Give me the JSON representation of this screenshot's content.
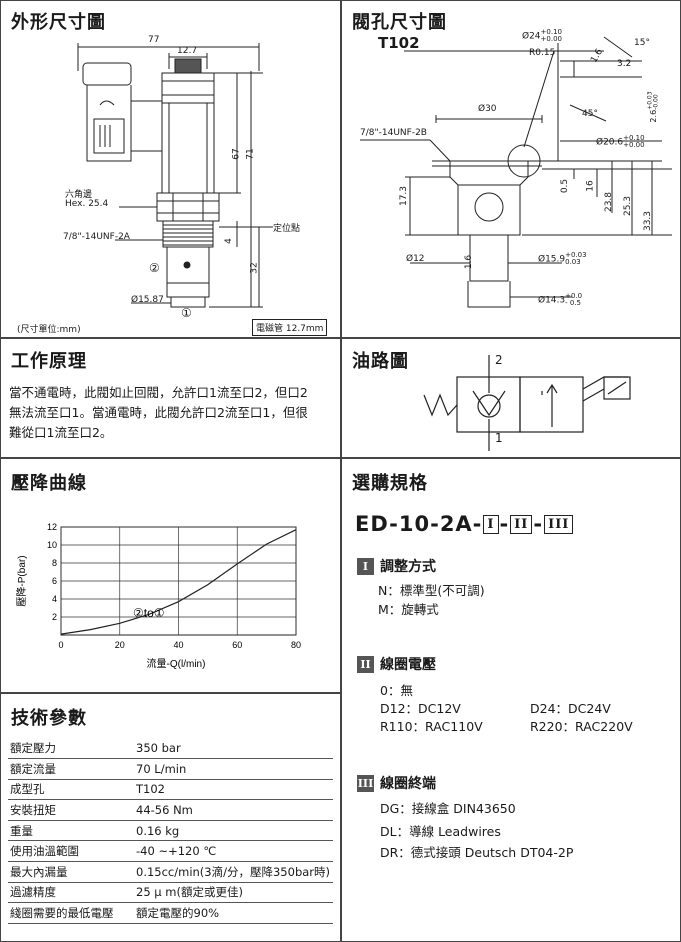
{
  "outline": {
    "title": "外形尺寸圖",
    "dims": {
      "total_width": "77",
      "hex_width": "12.7",
      "h67": "67",
      "h71": "71",
      "h4": "4",
      "h32": "32",
      "bottom_dia": "Ø15.87"
    },
    "hex_label": "六角邊",
    "hex_size": "Hex. 25.4",
    "thread": "7/8\"-14UNF-2A",
    "locate": "定位點",
    "port2": "②",
    "port1": "①",
    "unit_note": "(尺寸單位:mm)",
    "coil_note": "電磁管 12.7mm"
  },
  "cavity": {
    "title": "閥孔尺寸圖",
    "code": "T102",
    "dims": {
      "d24": "Ø24",
      "d24_tol_up": "+0.10",
      "d24_tol_dn": "+0.00",
      "r015": "R0.15",
      "d16": "1.6",
      "d32": "3.2",
      "a15": "15°",
      "a45": "45°",
      "d30": "Ø30",
      "thread": "7/8\"-14UNF-2B",
      "t26": "2.6",
      "t26_up": "+0.03",
      "t26_dn": "-0.00",
      "d206": "Ø20.6",
      "d206_up": "+0.10",
      "d206_dn": "+0.00",
      "h05": "0.5",
      "h16": "16",
      "h173": "17.3",
      "h238": "23.8",
      "h253": "25.3",
      "h333": "33.3",
      "d12": "Ø12",
      "d16b": "1.6",
      "d159": "Ø15.9",
      "d159_up": "+0.03",
      "d159_dn": "0.03",
      "d143": "Ø14.3",
      "d143_up": "+0.0",
      "d143_dn": "- 0.5"
    }
  },
  "principle": {
    "title": "工作原理",
    "lines": [
      "當不通電時，此閥如止回閥，允許口1流至口2，但口2",
      "無法流至口1。當通電時，此閥允許口2流至口1，但很",
      "難從口1流至口2。"
    ]
  },
  "hydraulic": {
    "title": "油路圖",
    "port_top": "2",
    "port_bottom": "1"
  },
  "curve": {
    "title": "壓降曲線",
    "annotation": "②to①"
  },
  "chart_data": {
    "type": "line",
    "xlabel": "流量-Q(l/min)",
    "ylabel": "壓降-P(bar)",
    "xticks": [
      0,
      20,
      40,
      60,
      80
    ],
    "yticks": [
      2,
      4,
      6,
      8,
      10,
      12
    ],
    "xlim": [
      0,
      80
    ],
    "ylim": [
      0,
      12
    ],
    "grid": true,
    "series": [
      {
        "x": [
          0,
          10,
          20,
          30,
          40,
          50,
          60,
          70,
          80
        ],
        "y": [
          0.1,
          0.6,
          1.3,
          2.3,
          3.7,
          5.6,
          7.9,
          10.1,
          11.7
        ]
      }
    ]
  },
  "specs": {
    "title": "技術參數",
    "rows": [
      {
        "k": "額定壓力",
        "v": "350 bar"
      },
      {
        "k": "額定流量",
        "v": "70 L/min"
      },
      {
        "k": "成型孔",
        "v": "T102"
      },
      {
        "k": "安裝扭矩",
        "v": "44-56 Nm"
      },
      {
        "k": "重量",
        "v": "0.16 kg"
      },
      {
        "k": "使用油溫範圍",
        "v": "-40 ~+120 ℃"
      },
      {
        "k": "最大內漏量",
        "v": "0.15cc/min(3滴/分，壓降350bar時)"
      },
      {
        "k": "過濾精度",
        "v": "25 μ m(額定或更佳)"
      },
      {
        "k": "綫圈需要的最低電壓",
        "v": "額定電壓的90%"
      }
    ]
  },
  "ordering": {
    "title": "選購規格",
    "model_prefix": "ED-10-2A-",
    "sep": "-",
    "roman": [
      "I",
      "II",
      "III"
    ],
    "sec1": {
      "title": "調整方式",
      "n": "N：標準型(不可調)",
      "m": "M：旋轉式"
    },
    "sec2": {
      "title": "線圈電壓",
      "o": "0：無",
      "d12": "D12：DC12V",
      "d24": "D24：DC24V",
      "r110": "R110：RAC110V",
      "r220": "R220：RAC220V"
    },
    "sec3": {
      "title": "線圈終端",
      "dg": "DG：接線盒 DIN43650",
      "dl": "DL：導線 Leadwires",
      "dr": "DR：德式接頭 Deutsch DT04-2P"
    }
  }
}
